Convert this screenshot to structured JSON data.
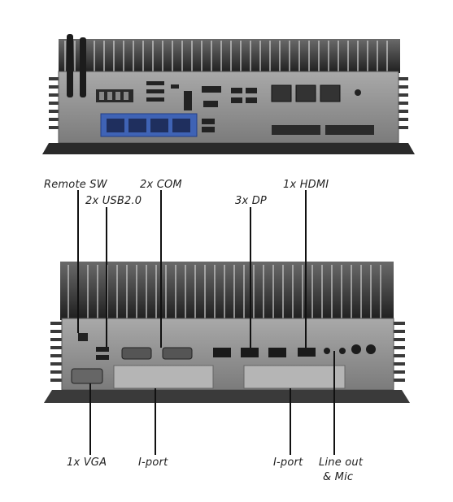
{
  "labels": {
    "remote_sw": "Remote SW",
    "usb20": "2x USB2.0",
    "com": "2x COM",
    "dp": "3x DP",
    "hdmi": "1x HDMI",
    "vga": "1x VGA",
    "iport_left": "I-port",
    "iport_right": "I-port",
    "line_out_1": "Line out",
    "line_out_2": "& Mic"
  },
  "colors": {
    "chassis": "#8a8a8a",
    "fins": "#2e2e2e",
    "lan_block": "#3f63b5"
  }
}
